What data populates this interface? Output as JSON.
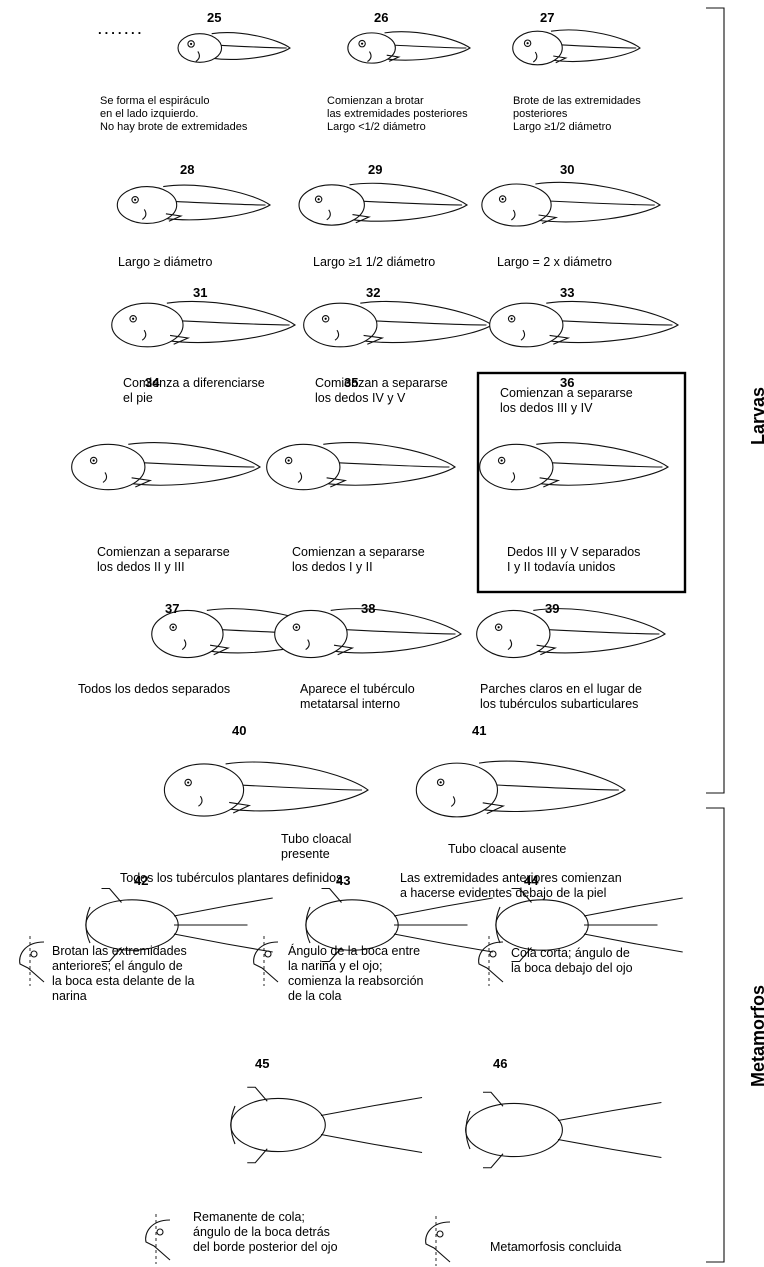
{
  "side_labels": {
    "larvae": "Larvas",
    "metamorphs": "Metamorfos"
  },
  "dots": ".......",
  "stages": [
    {
      "num": "25",
      "lines": [
        "Se forma el espiráculo",
        "en el lado izquierdo.",
        "No hay brote de extremidades"
      ]
    },
    {
      "num": "26",
      "lines": [
        "Comienzan a brotar",
        "las extremidades posteriores",
        "Largo <1/2 diámetro"
      ]
    },
    {
      "num": "27",
      "lines": [
        "Brote de las extremidades",
        "posteriores",
        "Largo ≥1/2 diámetro"
      ]
    },
    {
      "num": "28",
      "lines": [
        "Largo ≥ diámetro"
      ]
    },
    {
      "num": "29",
      "lines": [
        "Largo ≥1 1/2 diámetro"
      ]
    },
    {
      "num": "30",
      "lines": [
        "Largo = 2 x diámetro"
      ]
    },
    {
      "num": "31",
      "lines": [
        "Comienza a diferenciarse",
        "el pie"
      ]
    },
    {
      "num": "32",
      "lines": [
        "Comienzan a separarse",
        "los dedos IV y V"
      ]
    },
    {
      "num": "33",
      "lines": [
        "Comienzan a separarse",
        "los dedos III y IV"
      ]
    },
    {
      "num": "34",
      "lines": [
        "Comienzan a separarse",
        "los dedos II y III"
      ]
    },
    {
      "num": "35",
      "lines": [
        "Comienzan a separarse",
        "los dedos I y II"
      ]
    },
    {
      "num": "36",
      "lines": [
        "Dedos III y V separados",
        "I y II todavía unidos"
      ]
    },
    {
      "num": "37",
      "lines": [
        "Todos los dedos separados"
      ]
    },
    {
      "num": "38",
      "lines": [
        "Aparece el tubérculo",
        "metatarsal interno"
      ]
    },
    {
      "num": "39",
      "lines": [
        "Parches claros en el lugar de",
        "los tubérculos subarticulares"
      ]
    },
    {
      "num": "40",
      "lines": [
        "Todos los tubérculos plantares definidos"
      ],
      "callout": [
        "Tubo cloacal",
        "presente"
      ]
    },
    {
      "num": "41",
      "lines": [
        "Las extremidades anteriores comienzan",
        "a hacerse evidentes debajo de la piel"
      ],
      "callout": [
        "Tubo cloacal ausente"
      ]
    },
    {
      "num": "42",
      "lines": [
        "Brotan las extremidades",
        "anteriores; el ángulo de",
        "la boca esta delante de la",
        "narina"
      ]
    },
    {
      "num": "43",
      "lines": [
        "Ángulo de la boca entre",
        "la narina y el ojo;",
        "comienza la reabsorción",
        "de la cola"
      ]
    },
    {
      "num": "44",
      "lines": [
        "Cola corta; ángulo de",
        "la boca debajo del ojo"
      ]
    },
    {
      "num": "45",
      "lines": [
        "Remanente de cola;",
        "ángulo de la boca detrás",
        "del borde posterior del ojo"
      ]
    },
    {
      "num": "46",
      "lines": [
        "Metamorfosis concluida"
      ]
    }
  ]
}
